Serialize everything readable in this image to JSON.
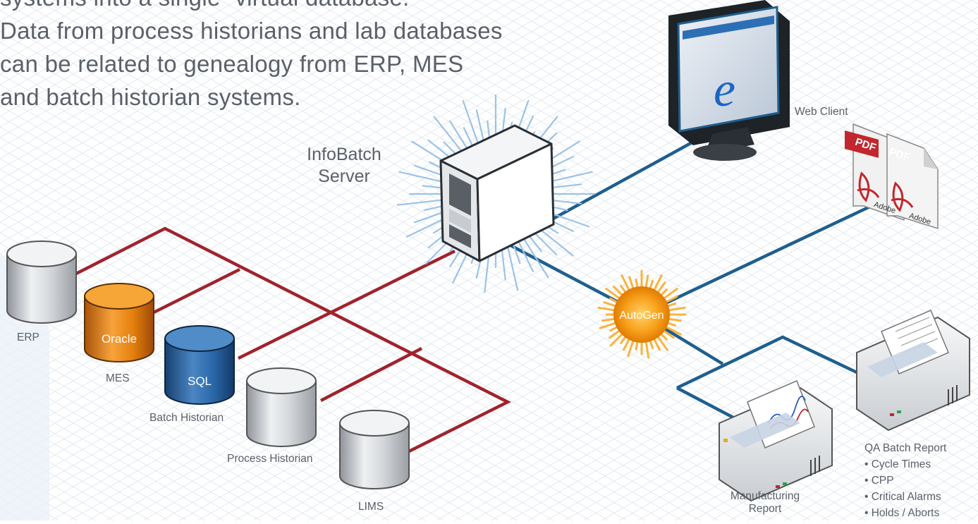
{
  "intro_lines": [
    "systems into a single “virtual database.”",
    "Data from process historians and lab databases",
    "can be related to genealogy from ERP, MES",
    "and batch historian systems."
  ],
  "server": {
    "label_line1": "InfoBatch",
    "label_line2": "Server"
  },
  "databases": [
    {
      "label": "ERP",
      "inner": ""
    },
    {
      "label": "MES",
      "inner": "Oracle"
    },
    {
      "label": "Batch Historian",
      "inner": "SQL"
    },
    {
      "label": "Process Historian",
      "inner": ""
    },
    {
      "label": "LIMS",
      "inner": ""
    }
  ],
  "autogen": {
    "label": "AutoGen"
  },
  "web_client": {
    "label": "Web Client"
  },
  "pdf": {
    "badge": "PDF",
    "brand": "Adobe"
  },
  "manufacturing_report": {
    "line1": "Manufacturing",
    "line2": "Report"
  },
  "qa_report": {
    "title": "QA Batch Report",
    "items": [
      "• Cycle Times",
      "• CPP",
      "• Critical Alarms",
      "• Holds / Aborts"
    ]
  },
  "colors": {
    "network_red": "#a0232d",
    "network_blue": "#1f5f8e",
    "oracle_orange": "#ec8a14",
    "sql_blue": "#2463a5",
    "autogen_orange": "#f7a11b"
  }
}
